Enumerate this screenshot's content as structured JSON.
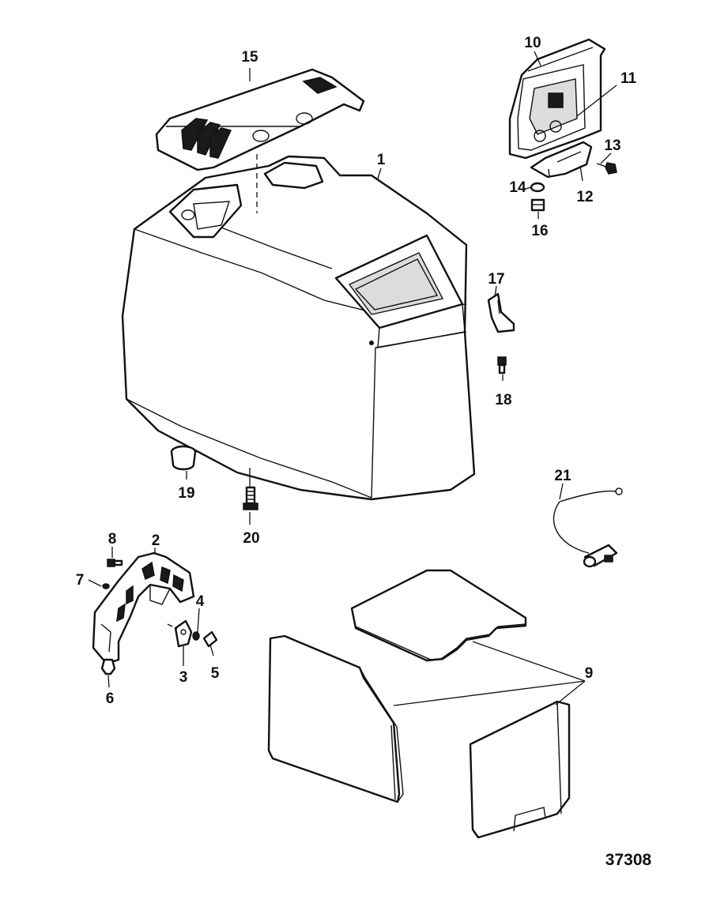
{
  "figure_number": "37308",
  "callouts": {
    "c1": "1",
    "c2": "2",
    "c3": "3",
    "c4": "4",
    "c5": "5",
    "c6": "6",
    "c7": "7",
    "c8": "8",
    "c9": "9",
    "c10": "10",
    "c11": "11",
    "c12": "12",
    "c13": "13",
    "c14": "14",
    "c15": "15",
    "c16": "16",
    "c17": "17",
    "c18": "18",
    "c19": "19",
    "c20": "20",
    "c21": "21"
  }
}
